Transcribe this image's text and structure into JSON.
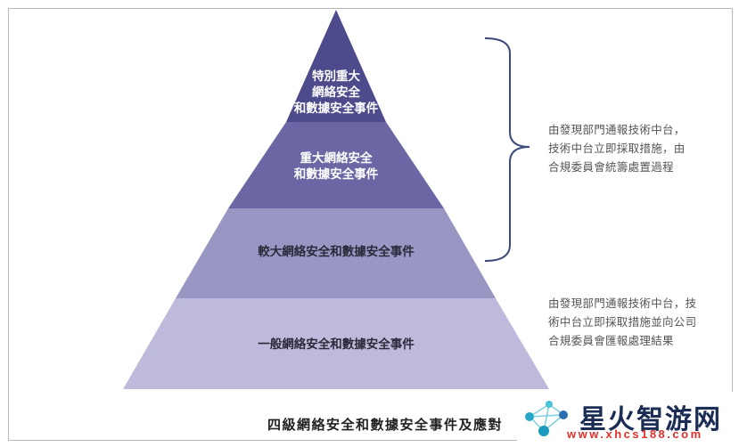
{
  "levels": [
    {
      "lines": [
        "特別重大",
        "網絡安全",
        "和數據安全事件"
      ],
      "color": "#4e4b8c"
    },
    {
      "lines": [
        "重大網絡安全",
        "和數據安全事件"
      ],
      "color": "#6a67a4"
    },
    {
      "lines": [
        "較大網絡安全和數據安全事件"
      ],
      "color": "#9896c3"
    },
    {
      "lines": [
        "一般網絡安全和數據安全事件"
      ],
      "color": "#bdbadb"
    }
  ],
  "notes": {
    "upper": "由發現部門通報技術中台，\n技術中台立即採取措施，由\n合規委員會統籌處置過程",
    "lower": "由發現部門通報技術中台，技\n術中台立即採取措施並向公司\n合規委員會匯報處理結果"
  },
  "title": "四級網絡安全和數據安全事件及應對",
  "watermark": {
    "brand": "星火智游网",
    "url": "www.xhcs188.com"
  },
  "colors": {
    "bracket": "#3d4a7c"
  }
}
